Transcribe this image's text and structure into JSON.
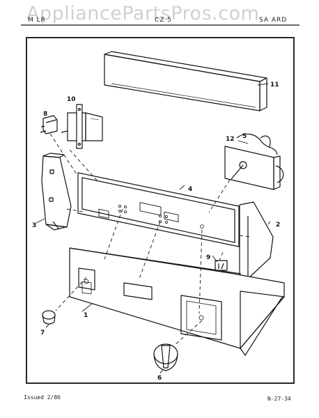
{
  "watermark": "AppliancePartsPros.com",
  "header": {
    "left": "M    LR",
    "center": "CZ  5",
    "right": "SA  ARD"
  },
  "footer": {
    "issued": "Issued 2/86",
    "page_code": "N-27-34"
  },
  "callouts": [
    {
      "label": "1"
    },
    {
      "label": "2"
    },
    {
      "label": "3"
    },
    {
      "label": "4"
    },
    {
      "label": "5"
    },
    {
      "label": "6"
    },
    {
      "label": "7"
    },
    {
      "label": "8"
    },
    {
      "label": "9"
    },
    {
      "label": "10"
    },
    {
      "label": "11"
    },
    {
      "label": "12"
    }
  ]
}
